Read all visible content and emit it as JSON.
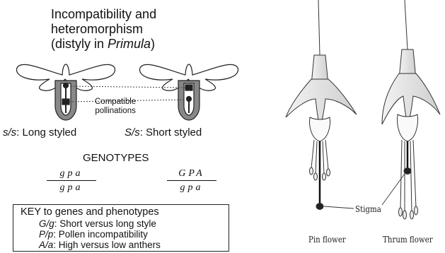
{
  "title": {
    "line1": "Incompatibility and",
    "line2": "heteromorphism",
    "line3_prefix": "(distyly in ",
    "line3_italic": "Primula",
    "line3_suffix": ")"
  },
  "compatible_label": {
    "line1": "Compatible",
    "line2": "pollinations"
  },
  "phenotypes": {
    "left_genotype": "s/s",
    "left_text": ": Long styled",
    "right_genotype": "S/s",
    "right_text": ": Short styled"
  },
  "genotypes": {
    "heading": "GENOTYPES",
    "left_top": "gpa",
    "left_bottom": "gpa",
    "right_top": "GPA",
    "right_bottom": "gpa"
  },
  "key": {
    "title": "KEY to genes and phenotypes",
    "rows": [
      {
        "gene": "G/g",
        "text": ": Short versus long style"
      },
      {
        "gene": "P/p",
        "text": ": Pollen incompatibility"
      },
      {
        "gene": "A/a",
        "text": ": High versus low anthers"
      }
    ]
  },
  "right_figure": {
    "stigma_label": "Stigma",
    "pin_label": "Pin flower",
    "thrum_label": "Thrum flower"
  }
}
